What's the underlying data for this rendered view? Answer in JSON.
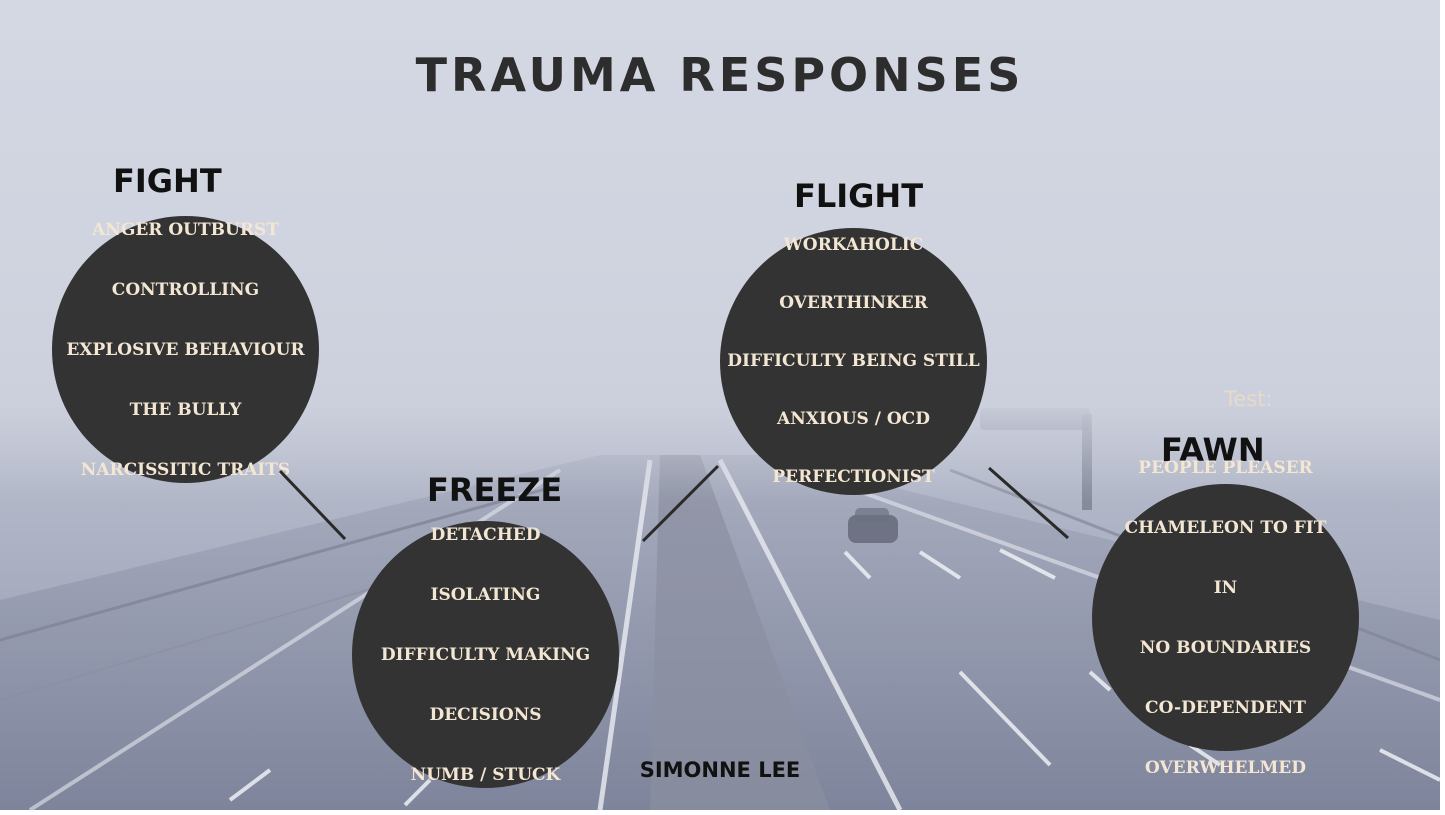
{
  "slide": {
    "title": "TRAUMA RESPONSES",
    "author": "SIMONNE LEE",
    "test_label": "Test:",
    "responses": {
      "fight": {
        "label": "FIGHT",
        "items": [
          "ANGER OUTBURST",
          "CONTROLLING",
          "EXPLOSIVE BEHAVIOUR",
          "THE BULLY",
          "NARCISSITIC TRAITS"
        ]
      },
      "freeze": {
        "label": "FREEZE",
        "items": [
          "DETACHED",
          "ISOLATING",
          "DIFFICULTY MAKING",
          "DECISIONS",
          "NUMB  / STUCK"
        ]
      },
      "flight": {
        "label": "FLIGHT",
        "items": [
          "WORKAHOLIC",
          "OVERTHINKER",
          "DIFFICULTY BEING STILL",
          "ANXIOUS / OCD",
          "PERFECTIONIST"
        ]
      },
      "fawn": {
        "label": "FAWN",
        "items": [
          "PEOPLE PLEASER",
          "CHAMELEON TO FIT",
          "IN",
          "NO BOUNDARIES",
          "CO-DEPENDENT",
          "OVERWHELMED"
        ]
      }
    },
    "colors": {
      "circle_fill": "#333333",
      "circle_text": "#f3e6d3",
      "title_text": "#2d2d2d",
      "label_text": "#111111"
    }
  }
}
